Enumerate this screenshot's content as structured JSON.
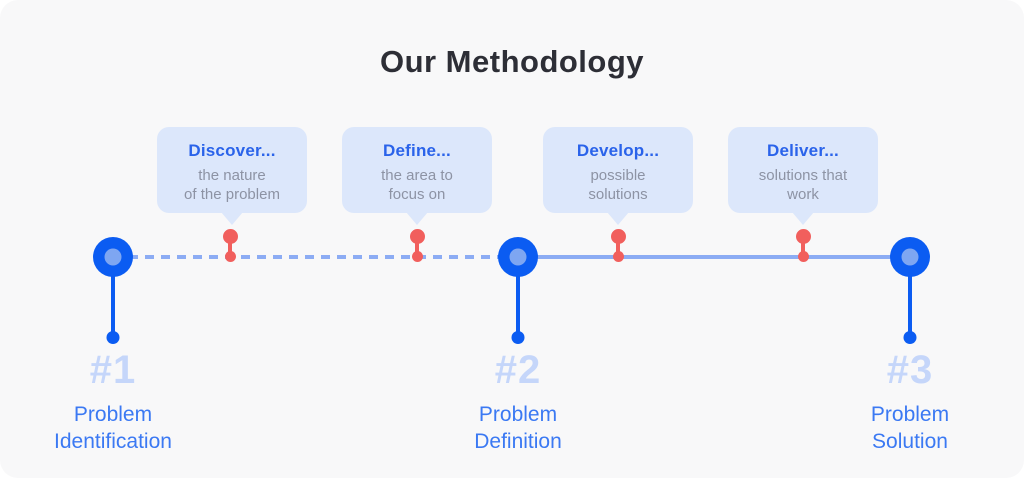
{
  "title": "Our Methodology",
  "colors": {
    "card_bg": "#f8f8f9",
    "title_text": "#2d2e36",
    "bubble_bg": "#dce7fb",
    "bubble_heading": "#2a63ea",
    "bubble_body": "#8d93a4",
    "node_blue": "#0b5cf2",
    "node_inner_blue": "#7ea6f2",
    "line_blue": "#8cacf4",
    "marker_red": "#f15f5d",
    "number_light_blue": "#c5d6fa",
    "label_blue": "#3b79f3"
  },
  "callouts": [
    {
      "heading": "Discover...",
      "body": "the nature\nof the problem"
    },
    {
      "heading": "Define...",
      "body": "the area to\nfocus on"
    },
    {
      "heading": "Develop...",
      "body": "possible\nsolutions"
    },
    {
      "heading": "Deliver...",
      "body": "solutions that\nwork"
    }
  ],
  "milestones": [
    {
      "number": "#1",
      "label": "Problem\nIdentification"
    },
    {
      "number": "#2",
      "label": "Problem\nDefinition"
    },
    {
      "number": "#3",
      "label": "Problem\nSolution"
    }
  ]
}
